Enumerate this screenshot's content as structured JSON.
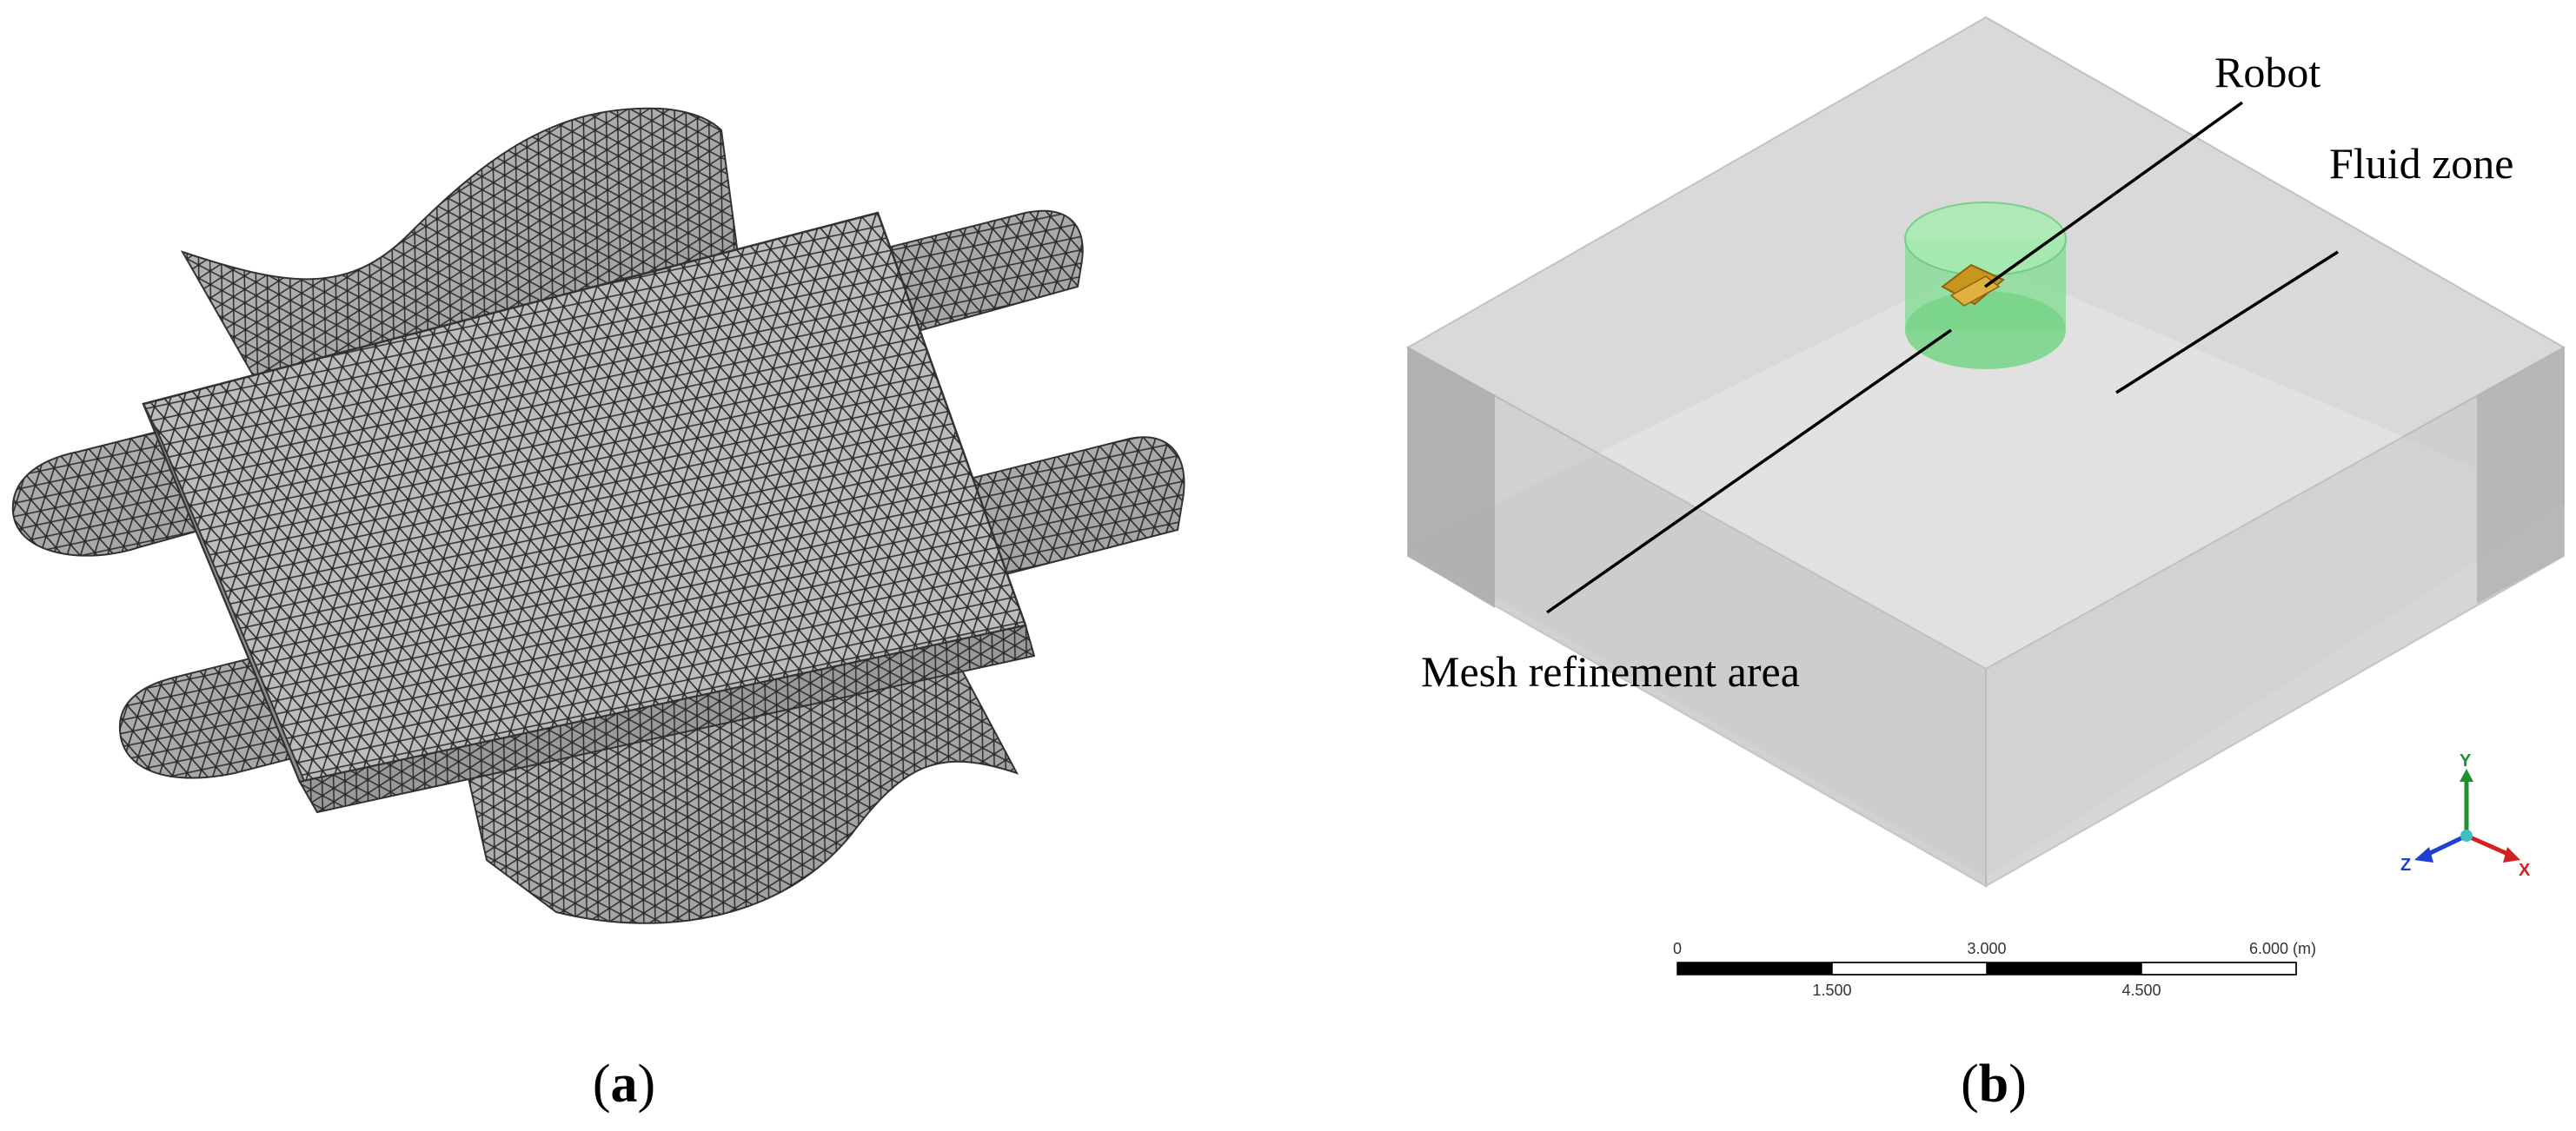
{
  "panel_a": {
    "caption_open": "(",
    "caption_letter": "a",
    "caption_close": ")"
  },
  "panel_b": {
    "labels": {
      "robot": "Robot",
      "fluid_zone": "Fluid zone",
      "mesh_refinement": "Mesh refinement area"
    },
    "scale_bar": {
      "top_ticks": [
        "0",
        "3.000",
        "6.000 (m)"
      ],
      "bottom_ticks": [
        "1.500",
        "4.500"
      ]
    },
    "axes": {
      "x": "X",
      "y": "Y",
      "z": "Z"
    },
    "colors": {
      "domain": "#cfcfcf",
      "refinement": "#7fdc8f",
      "robot": "#c8961e",
      "x_axis": "#d32020",
      "y_axis": "#1f8f2f",
      "z_axis": "#2040d0"
    },
    "caption_open": "(",
    "caption_letter": "b",
    "caption_close": ")"
  }
}
